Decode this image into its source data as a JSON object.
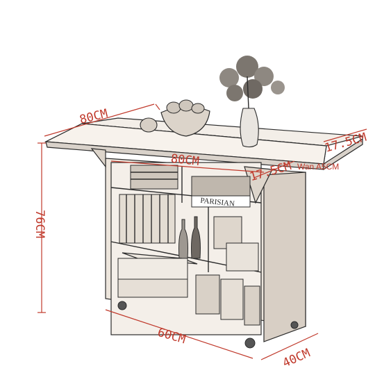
{
  "dimensions": {
    "top_width": "80CM",
    "front_width": "80CM",
    "flap_right_top": "17.5CM",
    "flap_right_front": "17.5CM",
    "height": "76CM",
    "base_width": "60CM",
    "depth": "40CM"
  },
  "annotation": "Wan A5CM",
  "book_spines": [
    "PARISIAN"
  ],
  "colors": {
    "dimension_red": "#c0392b",
    "ink": "#2b2b2b",
    "wood_light": "#f3eee8",
    "wood_shade": "#d9d2ca"
  }
}
